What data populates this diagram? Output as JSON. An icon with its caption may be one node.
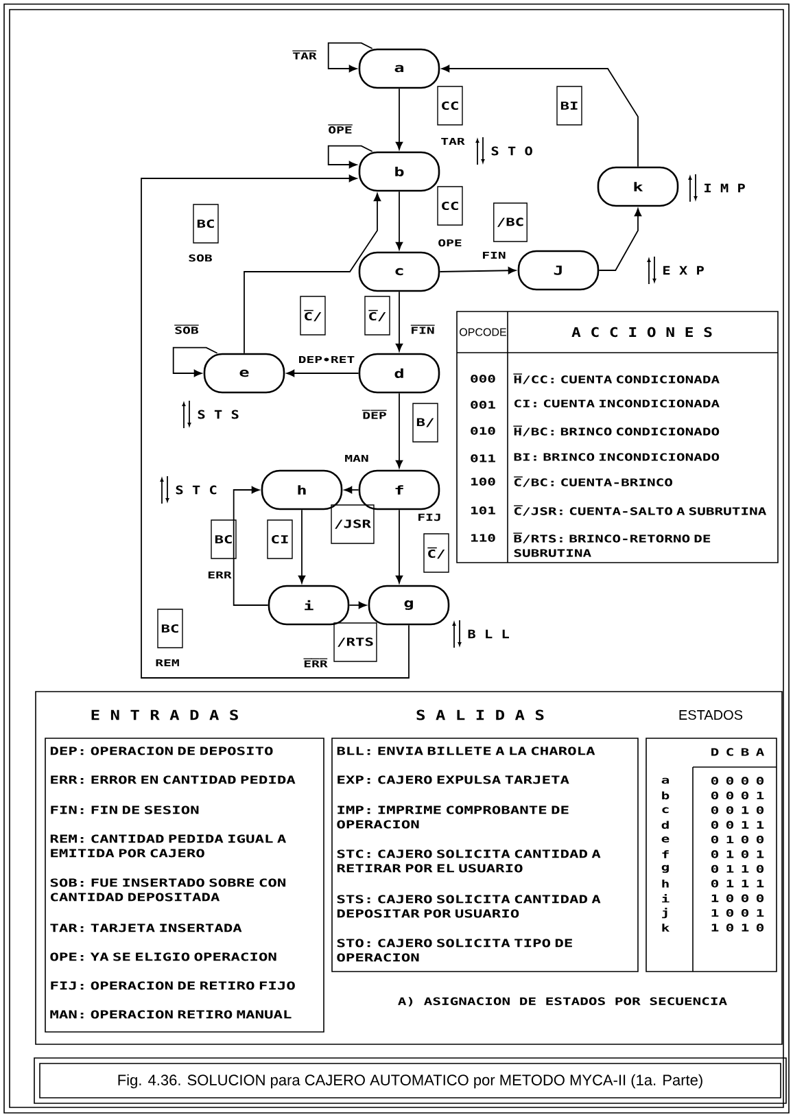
{
  "diagram": {
    "caption": "Fig. 4.36. SOLUCION para CAJERO AUTOMATICO por METODO MYCA-II (1a. Parte)",
    "nodes": [
      {
        "text": [
          "a"
        ]
      },
      {
        "text": [
          "b"
        ]
      },
      {
        "text": [
          "c"
        ]
      },
      {
        "text": [
          "d"
        ]
      },
      {
        "text": [
          "e"
        ]
      },
      {
        "text": [
          "f"
        ]
      },
      {
        "text": [
          "g"
        ]
      },
      {
        "text": [
          "h"
        ]
      },
      {
        "text": [
          "i"
        ]
      },
      {
        "text": [
          "J"
        ]
      },
      {
        "text": [
          "k"
        ]
      },
      {
        "text": [
          "CC"
        ],
        "beside": [
          "TAR"
        ]
      },
      {
        "text": [
          "BI"
        ]
      },
      {
        "text": [
          "BC"
        ],
        "beside": [
          "SOB"
        ]
      },
      {
        "text": [
          "CC"
        ]
      },
      {
        "text": [
          "/BC"
        ],
        "beside": [
          "FIN"
        ]
      },
      {
        "text": [
          "C̅/"
        ]
      },
      {
        "text": [
          "C̅/"
        ],
        "beside": [
          "F̅I̅N̅"
        ]
      },
      {
        "text": [
          "B/"
        ],
        "beside": [
          "D̅E̅P̅"
        ]
      },
      {
        "text": [
          "/JSR"
        ]
      },
      {
        "text": [
          "BC"
        ],
        "beside": [
          "ERR"
        ]
      },
      {
        "text": [
          "CI"
        ]
      },
      {
        "text": [
          "C̅/"
        ]
      },
      {
        "text": [
          "/RTS"
        ],
        "beside": [
          "E̅R̅R̅"
        ]
      },
      {
        "text": [
          "BC"
        ],
        "beside": [
          "REM"
        ]
      },
      {
        "text": [
          "DEP: OPERACION DE DEPOSITO",
          "ERR: ERROR EN CANTIDAD PEDIDA",
          "FIN: FIN DE SESION",
          "REM: CANTIDAD PEDIDA IGUAL A EMITIDA POR CAJERO",
          "SOB: FUE INSERTADO SOBRE CON CANTIDAD DEPOSITADA",
          "TAR: TARJETA INSERTADA",
          "OPE: YA SE ELIGIO OPERACION",
          "FIJ: OPERACION DE RETIRO FIJO",
          "MAN: OPERACION RETIRO MANUAL"
        ]
      },
      {
        "text": [
          "BLL: ENVIA BILLETE A LA CHAROLA",
          "EXP: CAJERO EXPULSA TARJETA",
          "IMP: IMPRIME COMPROBANTE DE OPERACION",
          "STC: CAJERO SOLICITA CANTIDAD A RETIRAR POR EL USUARIO",
          "STS: CAJERO SOLICITA CANTIDAD A DEPOSITAR POR USUARIO",
          "STO: CAJERO SOLICITA TIPO DE OPERACION"
        ]
      }
    ],
    "edges": [
      {
        "from": 0,
        "to": 0,
        "arrow": "to",
        "label": "T̅A̅R̅"
      },
      {
        "from": 0,
        "to": 1,
        "arrow": "to"
      },
      {
        "from": 1,
        "to": 1,
        "arrow": "to",
        "label": "O̅P̅E̅"
      },
      {
        "from": 1,
        "to": 2,
        "arrow": "to"
      },
      {
        "from": 4,
        "to": 1,
        "arrow": "to"
      },
      {
        "from": 2,
        "to": 3,
        "arrow": "to"
      },
      {
        "from": 2,
        "to": 9,
        "arrow": "to"
      },
      {
        "from": 9,
        "to": 10,
        "arrow": "to"
      },
      {
        "from": 10,
        "to": 0,
        "arrow": "to"
      },
      {
        "from": 3,
        "to": 4,
        "arrow": "to"
      },
      {
        "from": 4,
        "to": 4,
        "arrow": "to",
        "label": "S̅O̅B̅"
      },
      {
        "from": 3,
        "to": 5,
        "arrow": "to"
      },
      {
        "from": 5,
        "to": 7,
        "arrow": "to"
      },
      {
        "from": 5,
        "to": 6,
        "arrow": "to"
      },
      {
        "from": 7,
        "to": 8,
        "arrow": "to"
      },
      {
        "from": 8,
        "to": 6,
        "arrow": "to"
      },
      {
        "from": 8,
        "to": 7,
        "arrow": "to"
      },
      {
        "from": 6,
        "to": 1,
        "arrow": "to"
      }
    ],
    "labels": [
      "S T O",
      "I M P",
      "E X P",
      "OPCODE",
      "A C C I O N E S",
      "000",
      "H̅/CC: CUENTA CONDICIONADA",
      "001",
      "CI: CUENTA INCONDICIONADA",
      "010",
      "H̅/BC: BRINCO CONDICIONADO",
      "011",
      "BI: BRINCO INCONDICIONADO",
      "100",
      "C̅/BC: CUENTA-BRINCO",
      "101",
      "C̅/JSR: CUENTA-SALTO A SUBRUTINA",
      "110",
      "B̅/RTS: BRINCO-RETORNO DE SUBRUTINA",
      "S T S",
      "S T C",
      "B L L",
      "E N T R A D A S",
      "S A L I D A S",
      "ESTADOS",
      "D",
      "C",
      "B",
      "A",
      "a",
      "0",
      "0",
      "0",
      "0",
      "b",
      "0",
      "0",
      "0",
      "1",
      "c",
      "0",
      "0",
      "1",
      "0",
      "d",
      "0",
      "0",
      "1",
      "1",
      "e",
      "0",
      "1",
      "0",
      "0",
      "f",
      "0",
      "1",
      "0",
      "1",
      "g",
      "0",
      "1",
      "1",
      "0",
      "h",
      "0",
      "1",
      "1",
      "1",
      "i",
      "1",
      "0",
      "0",
      "0",
      "j",
      "1",
      "0",
      "0",
      "1",
      "k",
      "1",
      "0",
      "1",
      "0",
      "A) ASIGNACION DE ESTADOS POR SECUENCIA",
      "OPE",
      "DEP•RET",
      "MAN",
      "FIJ"
    ]
  }
}
